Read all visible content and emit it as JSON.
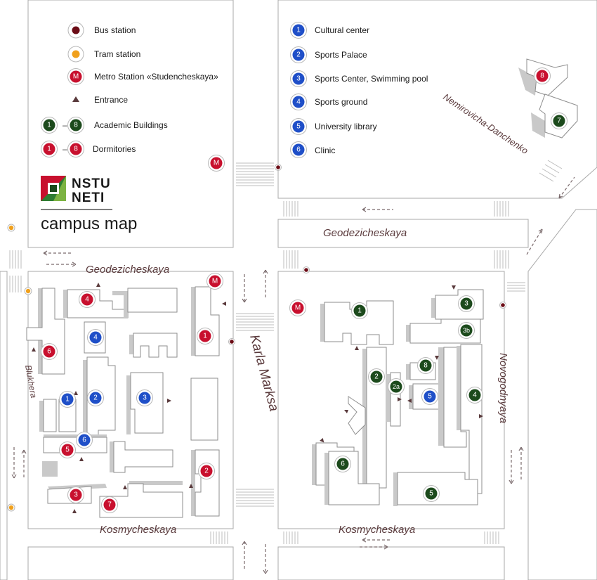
{
  "legend": {
    "left": [
      {
        "label": "Bus station"
      },
      {
        "label": "Tram station"
      },
      {
        "label": "Metro Station «Studencheskaya»",
        "marker": "M"
      },
      {
        "label": "Entrance"
      },
      {
        "label": "Academic Buildings",
        "marker_from": "1",
        "marker_dash": "–",
        "marker_to": "8"
      },
      {
        "label": "Dormitories",
        "marker_from": "1",
        "marker_dash": "–",
        "marker_to": "8"
      }
    ],
    "right": [
      {
        "num": "1",
        "label": "Cultural center"
      },
      {
        "num": "2",
        "label": "Sports Palace"
      },
      {
        "num": "3",
        "label": "Sports Center, Swimming pool"
      },
      {
        "num": "4",
        "label": "Sports ground"
      },
      {
        "num": "5",
        "label": "University library"
      },
      {
        "num": "6",
        "label": "Clinic"
      }
    ]
  },
  "logo": {
    "line1": "NSTU",
    "line2": "NETI",
    "subtitle": "campus map"
  },
  "streets": {
    "geodez_top": "Geodezicheskaya",
    "geodez_left": "Geodezicheskaya",
    "karla": "Karla Marksa",
    "kosmy_left": "Kosmycheskaya",
    "kosmy_right": "Kosmycheskaya",
    "novogod": "Novogodnyaya",
    "blukhera": "Blukhera",
    "nemirov": "Nemirovicha-Danchenko"
  },
  "markers": {
    "metro": "M",
    "dorm": {
      "d1": "1",
      "d2": "2",
      "d3": "3",
      "d4": "4",
      "d5": "5",
      "d6": "6",
      "d7": "7",
      "d8": "8"
    },
    "academic": {
      "a1": "1",
      "a2": "2",
      "a2a": "2a",
      "a3": "3",
      "a3b": "3b",
      "a4": "4",
      "a5": "5",
      "a6": "6",
      "a7": "7",
      "a8": "8"
    },
    "facility": {
      "f1": "1",
      "f2": "2",
      "f3": "3",
      "f4": "4",
      "f5": "5",
      "f6": "6"
    }
  },
  "colors": {
    "dorm": "#c8102e",
    "academic": "#1c4a1c",
    "facility": "#1f4fc8",
    "bus": "#6b0c16",
    "tram": "#f0a01c",
    "entrance": "#5a3a3c",
    "street_text": "#5a3a3c"
  }
}
